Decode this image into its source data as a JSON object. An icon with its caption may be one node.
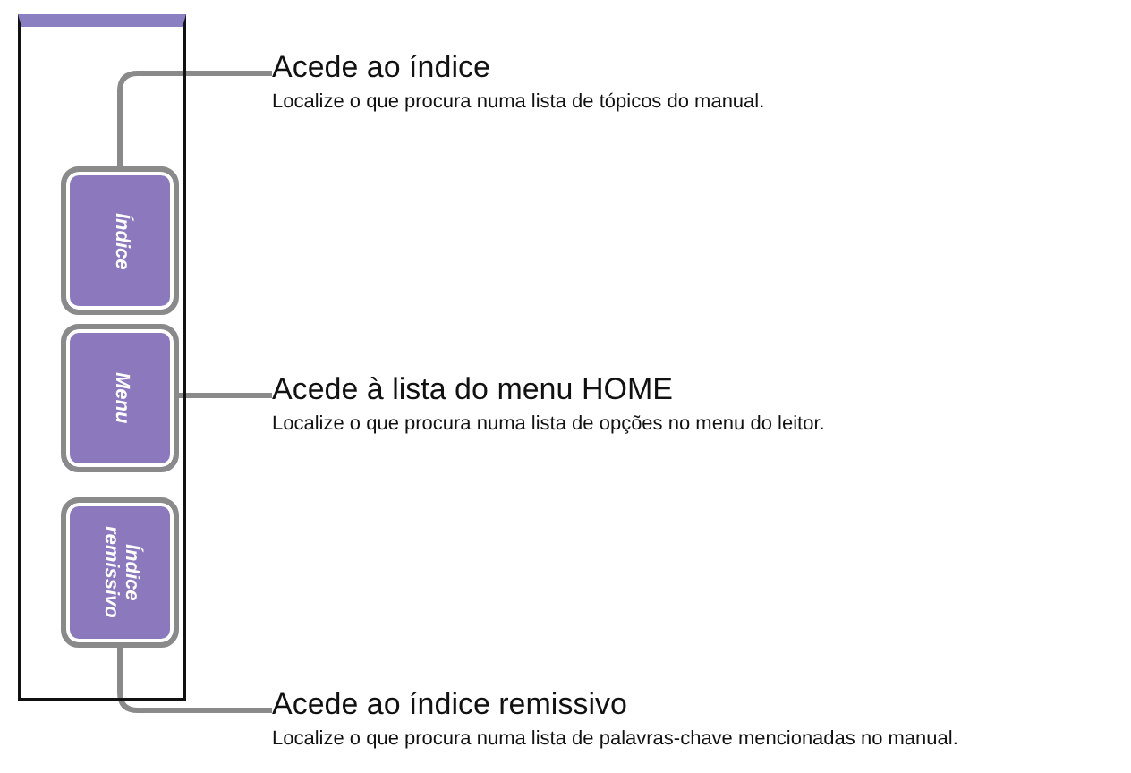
{
  "diagram": {
    "nodes": [
      {
        "text": [],
        "shape": "box"
      },
      {
        "text": [
          "Índice"
        ],
        "in": 0
      },
      {
        "text": [
          "Menu"
        ],
        "in": 0
      },
      {
        "text": [
          "Índice remissivo"
        ],
        "in": 0
      },
      {
        "text": [
          "Acede ao índice",
          "Localize o que procura numa lista de tópicos do manual."
        ]
      },
      {
        "text": [
          "Acede à lista do menu HOME",
          "Localize o que procura numa lista de opções no menu do leitor."
        ]
      },
      {
        "text": [
          "Acede ao índice remissivo",
          "Localize o que procura numa lista de palavras-chave mencionadas no manual."
        ]
      }
    ],
    "edges": [
      {
        "from": 4,
        "to": 1,
        "arrow": "none"
      },
      {
        "from": 5,
        "to": 2,
        "arrow": "none"
      },
      {
        "from": 6,
        "to": 3,
        "arrow": "none"
      }
    ]
  }
}
